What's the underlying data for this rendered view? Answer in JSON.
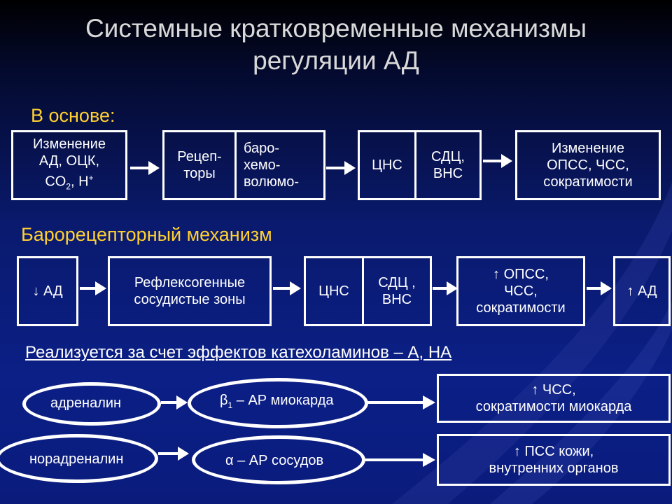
{
  "title": {
    "line1": "Системные кратковременные механизмы",
    "line2": "регуляции АД"
  },
  "section1": {
    "heading": "В основе:",
    "box_change_bp": [
      "Изменение",
      "АД, ОЦК,",
      "CO",
      "2",
      ", H",
      "+"
    ],
    "box_receptors": [
      "Рецеп-",
      "торы"
    ],
    "box_receptor_types": [
      "баро-",
      "хемо-",
      "волюмо-"
    ],
    "box_cns": "ЦНС",
    "box_vmc": [
      "СДЦ,",
      "ВНС"
    ],
    "box_result": [
      "Изменение",
      "ОПСС, ЧСС,",
      "сократимости"
    ]
  },
  "section2": {
    "heading": "Барорецепторный механизм",
    "box_bp_down": "↓ АД",
    "box_zones": [
      "Рефлексогенные",
      "сосудистые зоны"
    ],
    "box_cns": "ЦНС",
    "box_vmc": [
      "СДЦ ,",
      "ВНС"
    ],
    "box_result": [
      "↑ ОПСС,",
      "ЧСС,",
      "сократимости"
    ],
    "box_bp_up": "↑ АД"
  },
  "section3": {
    "heading": "Реализуется за счет эффектов катехоламинов – А, НА ",
    "adrenaline": "адреналин",
    "beta_receptor_symbol": "β",
    "beta_receptor_sub": "1",
    "beta_receptor_rest": " – АР миокарда",
    "beta_effect": [
      "↑ ЧСС,",
      "сократимости миокарда"
    ],
    "noradrenaline": "норадреналин",
    "alpha_receptor": "α – АР сосудов",
    "alpha_effect": [
      "↑ ПСС кожи,",
      "внутренних органов"
    ]
  },
  "colors": {
    "heading": "#ffd030",
    "title": "#d9d9d9",
    "box_border": "#ffffff"
  },
  "icons": [
    "arrow-right-icon"
  ]
}
